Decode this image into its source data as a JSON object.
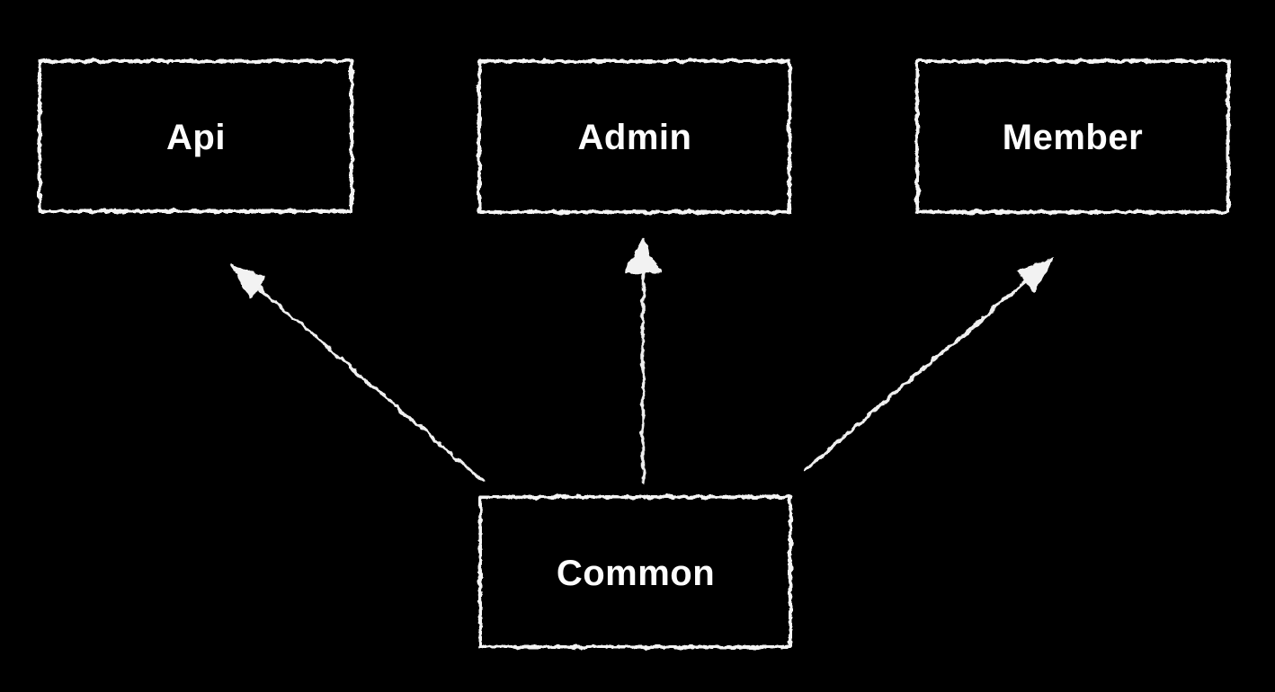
{
  "diagram": {
    "title": "module-dependency-diagram",
    "style": "hand-drawn-chalk-on-black",
    "background_color": "#000000",
    "stroke_color": "#ffffff",
    "text_color": "#ffffff",
    "nodes": [
      {
        "id": "api",
        "label": "Api"
      },
      {
        "id": "admin",
        "label": "Admin"
      },
      {
        "id": "member",
        "label": "Member"
      },
      {
        "id": "common",
        "label": "Common"
      }
    ],
    "edges": [
      {
        "from": "Common",
        "to": "Api"
      },
      {
        "from": "Common",
        "to": "Admin"
      },
      {
        "from": "Common",
        "to": "Member"
      }
    ]
  }
}
